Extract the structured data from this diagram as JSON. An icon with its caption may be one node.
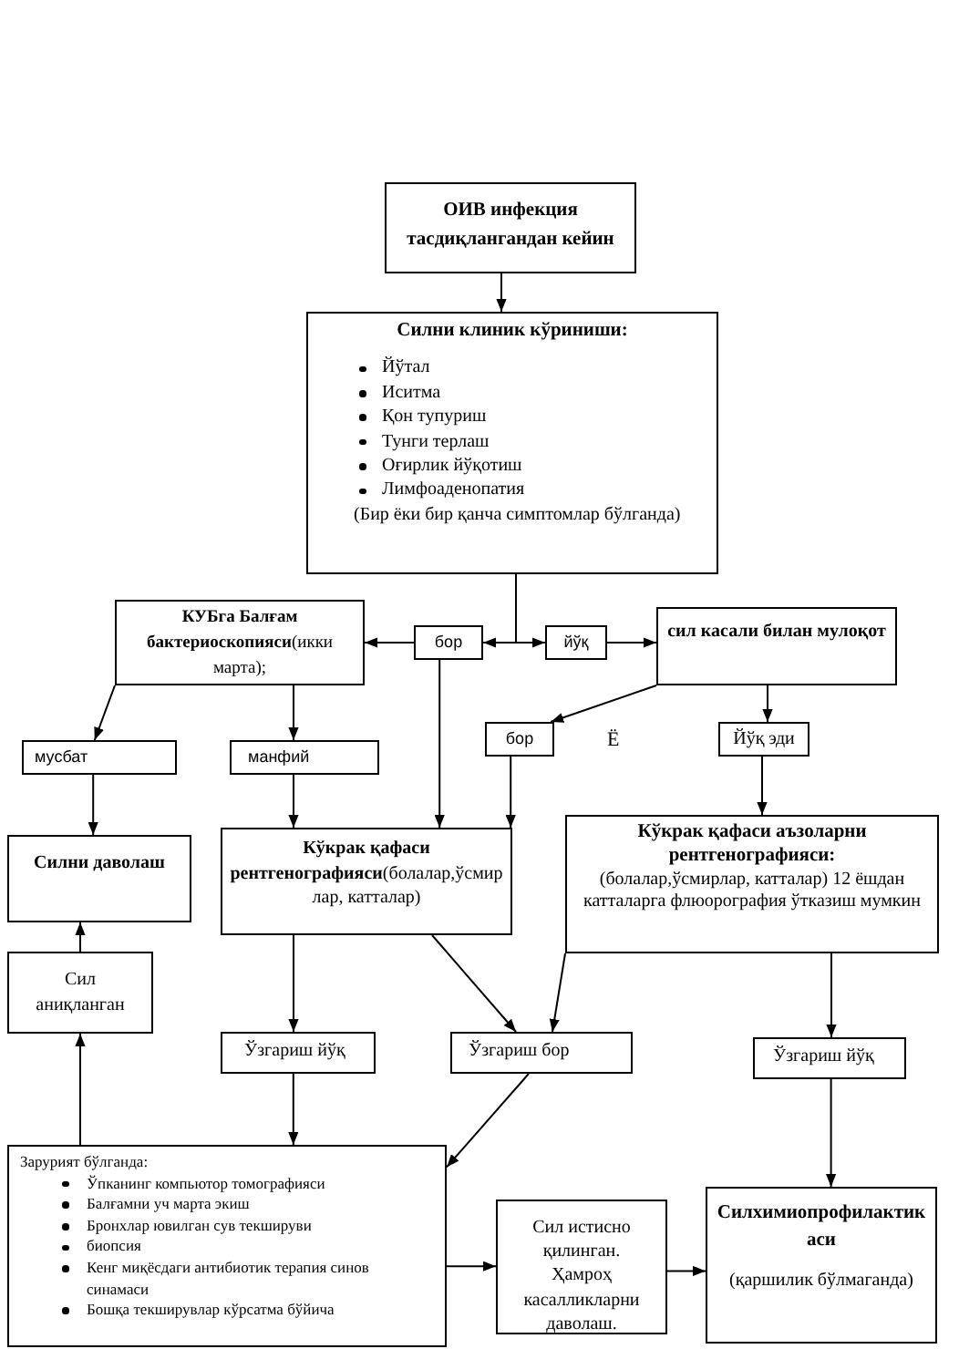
{
  "diagram": {
    "nodes": [
      {
        "text": [
          "ОИВ инфекция тасдиқлангандан кейин"
        ]
      },
      {
        "text": [
          "Силни клиник кўриниши:",
          "Йўтал",
          "Иситма",
          "Қон тупуриш",
          "Тунги терлаш",
          "Оғирлик йўқотиш",
          "Лимфоаденопатия",
          "(Бир ёки бир қанча симптомлар бўлганда)"
        ]
      },
      {
        "text": [
          "**КУБга Балғам бактериоскопияси**(икки марта);"
        ]
      },
      {
        "text": [
          "бор"
        ]
      },
      {
        "text": [
          "йўқ"
        ]
      },
      {
        "text": [
          "сил касали билан мулоқот"
        ]
      },
      {
        "text": [
          "мусбат"
        ]
      },
      {
        "text": [
          "манфий"
        ]
      },
      {
        "text": [
          "бор"
        ]
      },
      {
        "text": [
          "Йўқ эди"
        ]
      },
      {
        "text": [
          "Силни даволаш"
        ]
      },
      {
        "text": [
          "**Кўкрак қафаси рентгенографияси**(болалар,ўсмирлар, катталар)"
        ]
      },
      {
        "text": [
          "Кўкрак қафаси аъзоларни рентгенографияси:",
          "(болалар,ўсмирлар, катталар) 12 ёшдан катталарга флюорография ўтказиш мумкин"
        ]
      },
      {
        "text": [
          "Сил аниқланган"
        ]
      },
      {
        "text": [
          "Ўзгариш йўқ"
        ]
      },
      {
        "text": [
          "Ўзгариш бор"
        ]
      },
      {
        "text": [
          "Ўзгариш йўқ"
        ]
      },
      {
        "text": [
          "Зарурият бўлганда:",
          "Ўпканинг компьютор томографияси",
          "Балғамни уч марта экиш",
          "Бронхлар ювилган сув текшируви",
          "биопсия",
          "Кенг миқёсдаги антибиотик терапия синов синамаси",
          "Бошқа текширувлар кўрсатма бўйича"
        ]
      },
      {
        "text": [
          "Сил истисно қилинган. Ҳамроҳ касалликларни даволаш."
        ]
      },
      {
        "text": [
          "Силхимиопрофилактикаси",
          "(қаршилик бўлмаганда)"
        ]
      }
    ],
    "edges": [
      {
        "from": 0,
        "to": 1,
        "arrow": "to"
      },
      {
        "from": 1,
        "to": 3,
        "arrow": "to"
      },
      {
        "from": 1,
        "to": 4,
        "arrow": "to"
      },
      {
        "from": 3,
        "to": 2,
        "arrow": "to"
      },
      {
        "from": 4,
        "to": 5,
        "arrow": "to"
      },
      {
        "from": 2,
        "to": 6,
        "arrow": "to"
      },
      {
        "from": 2,
        "to": 7,
        "arrow": "to"
      },
      {
        "from": 5,
        "to": 8,
        "arrow": "to"
      },
      {
        "from": 5,
        "to": 9,
        "arrow": "to"
      },
      {
        "from": 6,
        "to": 10,
        "arrow": "to"
      },
      {
        "from": 7,
        "to": 11,
        "arrow": "to"
      },
      {
        "from": 3,
        "to": 11,
        "arrow": "to"
      },
      {
        "from": 8,
        "to": 11,
        "arrow": "to"
      },
      {
        "from": 9,
        "to": 12,
        "arrow": "to"
      },
      {
        "from": 13,
        "to": 10,
        "arrow": "to"
      },
      {
        "from": 17,
        "to": 13,
        "arrow": "to"
      },
      {
        "from": 11,
        "to": 14,
        "arrow": "to"
      },
      {
        "from": 11,
        "to": 15,
        "arrow": "to"
      },
      {
        "from": 12,
        "to": 15,
        "arrow": "to"
      },
      {
        "from": 14,
        "to": 17,
        "arrow": "to"
      },
      {
        "from": 15,
        "to": 17,
        "arrow": "to"
      },
      {
        "from": 16,
        "to": 19,
        "arrow": "to"
      },
      {
        "from": 17,
        "to": 18,
        "arrow": "to"
      },
      {
        "from": 18,
        "to": 19,
        "arrow": "to"
      },
      {
        "from": 12,
        "to": 16,
        "arrow": "to"
      }
    ],
    "labels": [
      "Ё"
    ]
  }
}
